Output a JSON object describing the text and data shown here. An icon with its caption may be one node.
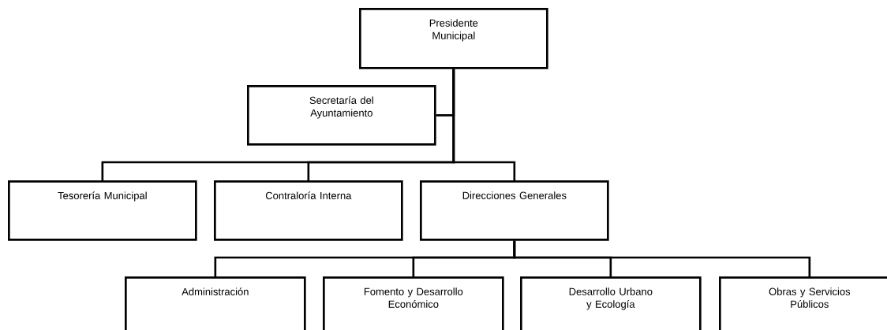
{
  "diagram": {
    "nodes": [
      {
        "text": [
          "Presidente Municipal"
        ]
      },
      {
        "text": [
          "Secretaría del Ayuntamiento"
        ]
      },
      {
        "text": [
          "Tesorería Municipal"
        ]
      },
      {
        "text": [
          "Contraloría Interna"
        ]
      },
      {
        "text": [
          "Direcciones Generales"
        ]
      },
      {
        "text": [
          "Administración"
        ]
      },
      {
        "text": [
          "Fomento y Desarrollo Económico"
        ]
      },
      {
        "text": [
          "Desarrollo Urbano y Ecología"
        ]
      },
      {
        "text": [
          "Obras y Servicios Públicos"
        ]
      }
    ],
    "edges": [
      {
        "from": 0,
        "to": 1,
        "arrow": "none"
      },
      {
        "from": 0,
        "to": 2,
        "arrow": "none"
      },
      {
        "from": 0,
        "to": 3,
        "arrow": "none"
      },
      {
        "from": 0,
        "to": 4,
        "arrow": "none"
      },
      {
        "from": 4,
        "to": 5,
        "arrow": "none"
      },
      {
        "from": 4,
        "to": 6,
        "arrow": "none"
      },
      {
        "from": 4,
        "to": 7,
        "arrow": "none"
      },
      {
        "from": 4,
        "to": 8,
        "arrow": "none"
      }
    ]
  }
}
